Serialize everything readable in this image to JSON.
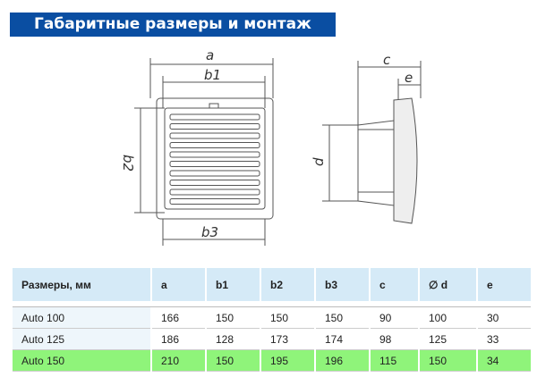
{
  "title": "Габаритные размеры и монтаж",
  "drawing_labels": {
    "a": "a",
    "b1": "b1",
    "b2": "b2",
    "b3": "b3",
    "c": "c",
    "d": "d",
    "e": "e"
  },
  "table": {
    "headers": [
      "Размеры, мм",
      "a",
      "b1",
      "b2",
      "b3",
      "c",
      "∅ d",
      "e"
    ],
    "rows": [
      [
        "Auto 100",
        "166",
        "150",
        "150",
        "150",
        "90",
        "100",
        "30"
      ],
      [
        "Auto 125",
        "186",
        "128",
        "173",
        "174",
        "98",
        "125",
        "33"
      ],
      [
        "Auto 150",
        "210",
        "150",
        "195",
        "196",
        "115",
        "150",
        "34"
      ]
    ],
    "highlight_row": 2,
    "highlight_color": "#8ff47a"
  }
}
